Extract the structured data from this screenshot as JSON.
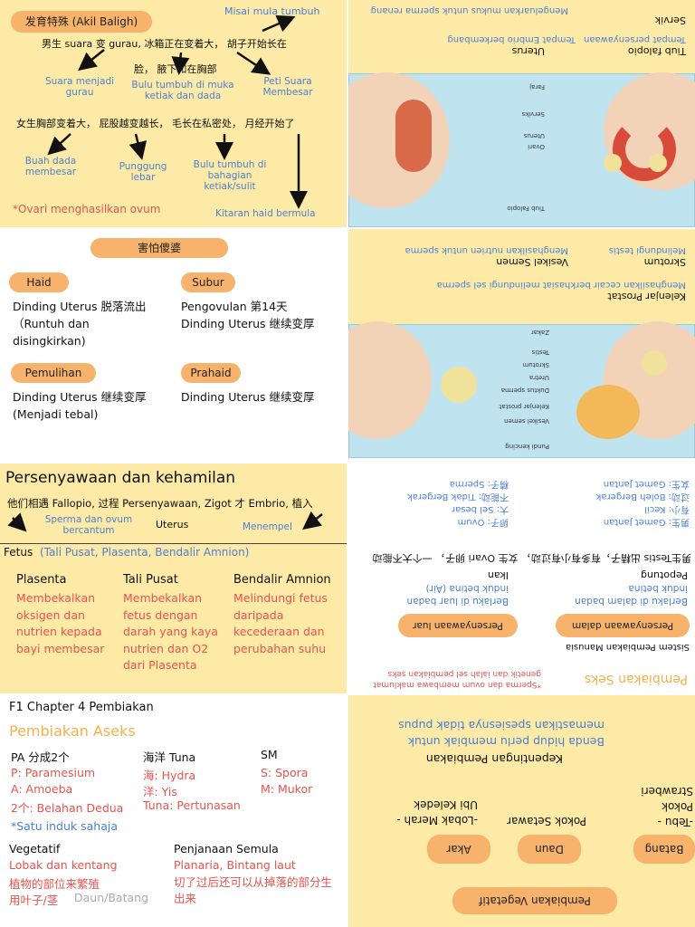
{
  "p1": {
    "badge": "发育特殊 (Akil Baligh)",
    "misai": "Misai mula tumbuh",
    "line1": "男生 suara 变 gurau, 冰箱正在变着大， 胡子开始长在",
    "line2": "脸， 腋下和在胸部",
    "suara": "Suara menjadi gurau",
    "bulu_muka": "Bulu tumbuh di muka ketiak dan dada",
    "peti": "Peti Suara Membesar",
    "line3": "女生胸部变着大， 屁股越变越长， 毛长在私密处， 月经开始了",
    "buah": "Buah dada membesar",
    "punggung": "Punggung lebar",
    "bulu_bahagian": "Bulu tumbuh di bahagian ketiak/sulit",
    "ovari_note": "*Ovari menghasilkan ovum",
    "kitaran": "Kitaran haid bermula"
  },
  "p2": {
    "servik_title": "Servik",
    "servik_desc": "Mengeluarkan mukus untuk sperma renang",
    "tiub": "Tiub falopio",
    "tiub_desc": "Tempat persenyawaan",
    "uterus": "Uterus",
    "uterus_desc": "Tempat Embrio berkembang",
    "labels": [
      "Faraj",
      "Serviks",
      "Uterus",
      "Ovari",
      "Tiub Falopio"
    ]
  },
  "p3": {
    "badge": "害怕傻婆",
    "haid": "Haid",
    "haid_text": "Dinding Uterus 脱落流出 （Runtuh dan disingkirkan)",
    "subur": "Subur",
    "subur_text": "Pengovulan 第14天 Dinding Uterus 继续变厚",
    "pemulihan": "Pemulihan",
    "pemulihan_text": "Dinding Uterus 继续变厚 (Menjadi tebal)",
    "prahaid": "Prahaid",
    "prahaid_text": "Dinding Uterus 继续变厚"
  },
  "p4": {
    "skrotum": "Skrotum",
    "skrotum_desc": "Melindungi testis",
    "vesikel": "Vesikel Semen",
    "vesikel_desc": "Menghasilkan nutrien untuk sperma",
    "prostat": "Kelenjar Prostat",
    "prostat_desc": "Menghasilkan cecair berkhasiat melindungi sel sperma",
    "labels": [
      "Zakar",
      "Testis",
      "Skrotum",
      "Uretra",
      "Duktus sperma",
      "Kelenjar prostat",
      "Vesikel semen",
      "Pundi kencing"
    ]
  },
  "p5": {
    "title": "Persenyawaan dan kehamilan",
    "line": "他们相遇 Fallopio, 过程 Persenyawaan, Zigot 才 Embrio, 植入",
    "sperma": "Sperma dan ovum bercantum",
    "uterus": "Uterus",
    "menempel": "Menempel",
    "fetus": "Fetus",
    "fetus_list": "(Tali Pusat, Plasenta, Bendalir Amnion)",
    "plasenta": "Plasenta",
    "plasenta_desc": "Membekalkan oksigen dan nutrien kepada bayi membesar",
    "tali": "Tali Pusat",
    "tali_desc": "Membekalkan fetus dengan darah yang kaya nutrien dan O2 dari Plasenta",
    "bendalir": "Bendalir Amnion",
    "bendalir_desc": "Melindungi fetus daripada kecederaan dan perubahan suhu"
  },
  "p6": {
    "jantan": "男生: Gamet Jantan",
    "kecil": "有小: Kecil",
    "bergerak": "过动: Boleh Bergerak",
    "betina_label": "女生: Gamet Jantan",
    "ovum": "卵子: Ovum",
    "besar": "大: Sel besar",
    "tidak": "不能动: Tidak Bergerak",
    "sperma": "精子: Sperma",
    "testis_line": "男生Testis 出精子，有多有小有过动， 女生 Ovari 卵子， 一个大不能动",
    "dalam_a": "Pepotung",
    "dalam_b": "induk betina",
    "dalam_c": "Berlaku di dalam badan",
    "luar_a": "Ikan",
    "luar_b": "induk betina (Air)",
    "luar_c": "Berlaku di luar badan",
    "dalam_pill": "Persenyawaan dalam",
    "luar_pill": "Persenyawaan luar",
    "sistem": "Sistem Pembiakan Manusia",
    "sperma_note": "*Sperma dan ovum membawa maklumat genetik dan ialah sel pembiakan seks",
    "pembiakan_seks": "Pembiakan Seks"
  },
  "p7": {
    "chapter": "F1 Chapter 4 Pembiakan",
    "aseks": "Pembiakan Aseks",
    "pa": "PA 分成2个",
    "pa_p": "P: Paramesium",
    "pa_a": "A: Amoeba",
    "pa_2": "2个: Belahan Dedua",
    "tuna": "海洋 Tuna",
    "tuna_h": "海: Hydra",
    "tuna_y": "洋: Yis",
    "tuna_t": "Tuna: Pertunasan",
    "sm": "SM",
    "sm_s": "S: Spora",
    "sm_m": "M: Mukor",
    "satu": "*Satu induk sahaja",
    "vegetatif": "Vegetatif",
    "veg_ex": "Lobak dan kentang",
    "veg_cn": "植物的部位来繁殖",
    "veg_leaf": "用叶子/茎",
    "veg_gray": "Daun/Batang",
    "semula": "Penjanaan Semula",
    "semula_ex": "Planaria, Bintang laut",
    "semula_cn": "切了过后还可以从掉落的部分生出来"
  },
  "p8": {
    "title": "Kepentingan Pembiakan",
    "desc": "Benda hidup perlu membiak untuk memastikan spesiesnya tidak pupus",
    "batang": "Batang",
    "daun": "Daun",
    "akar": "Akar",
    "batang_ex": "-Tebu -Pokok Strawberi",
    "daun_ex": "Pokok Setawar",
    "akar_ex": "-Lobak Merah -Ubi Keledek",
    "vegetatif": "Pembiakan Vegetatif"
  }
}
